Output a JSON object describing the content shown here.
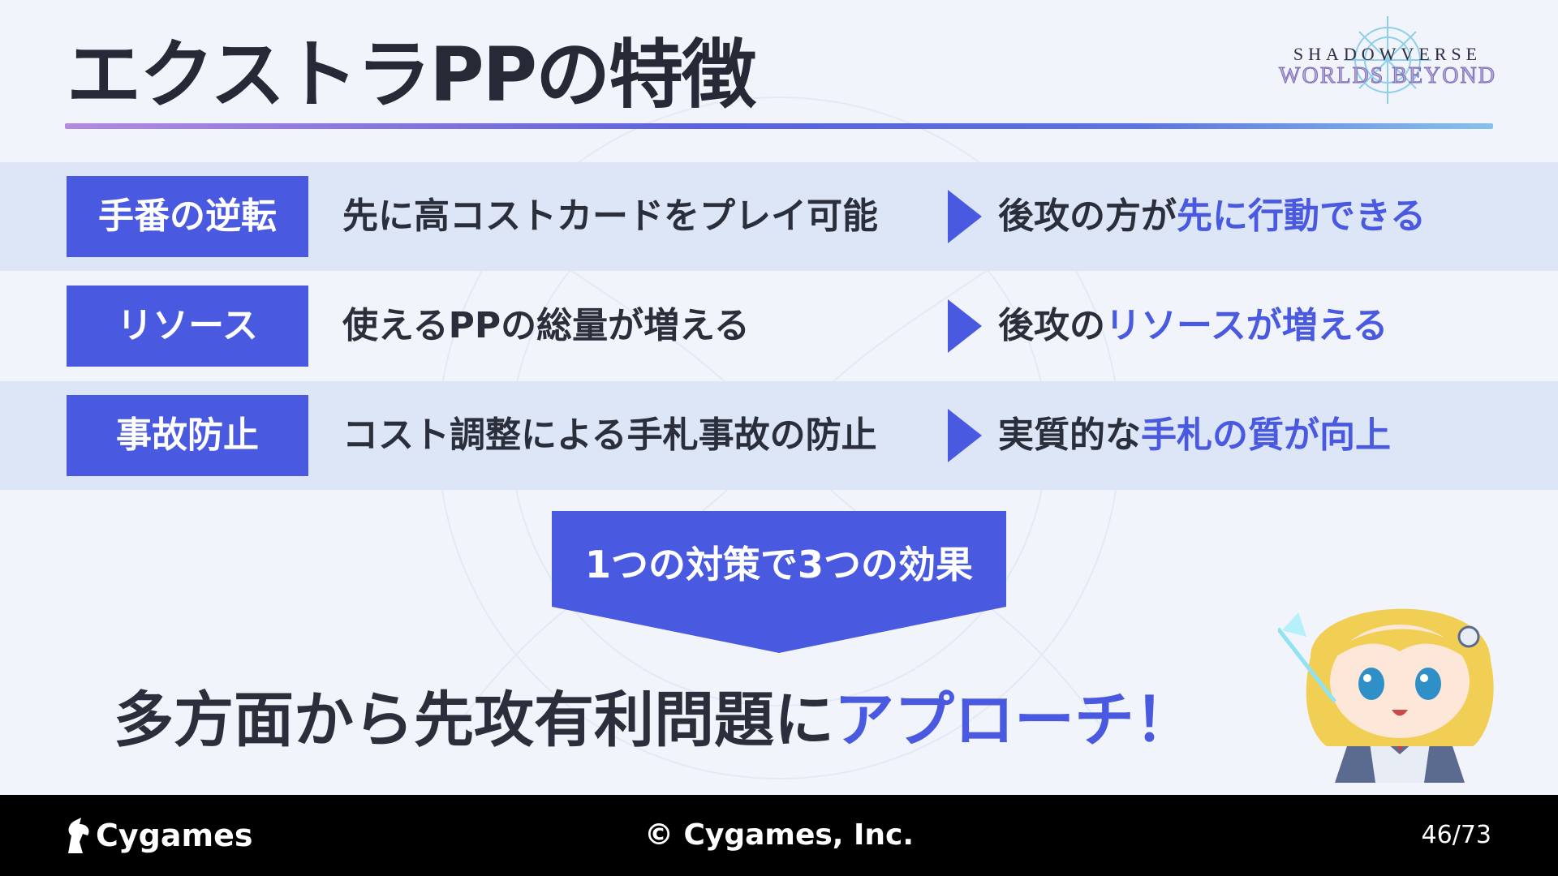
{
  "slide": {
    "title": "エクストラPPの特徴",
    "logo": {
      "line1": "SHADOWVERSE",
      "line2": "WORLDS BEYOND"
    }
  },
  "rows": [
    {
      "badge": "手番の逆転",
      "description": "先に高コストカードをプレイ可能",
      "result_prefix": "後攻の方が",
      "result_highlight": "先に行動できる"
    },
    {
      "badge": "リソース",
      "description": "使えるPPの総量が増える",
      "result_prefix": "後攻の",
      "result_highlight": "リソースが増える"
    },
    {
      "badge": "事故防止",
      "description": "コスト調整による手札事故の防止",
      "result_prefix": "実質的な",
      "result_highlight": "手札の質が向上"
    }
  ],
  "effect_label": "1つの対策で3つの効果",
  "conclusion": {
    "prefix": "多方面から先攻有利問題に",
    "highlight": "アプローチ！"
  },
  "footer": {
    "company_logo": "Cygames",
    "copyright": "© Cygames, Inc.",
    "page": "46/73"
  },
  "colors": {
    "accent": "#4a5ae0",
    "text": "#2a2f3b",
    "row_shade": "#dde6f7",
    "footer": "#000000"
  }
}
